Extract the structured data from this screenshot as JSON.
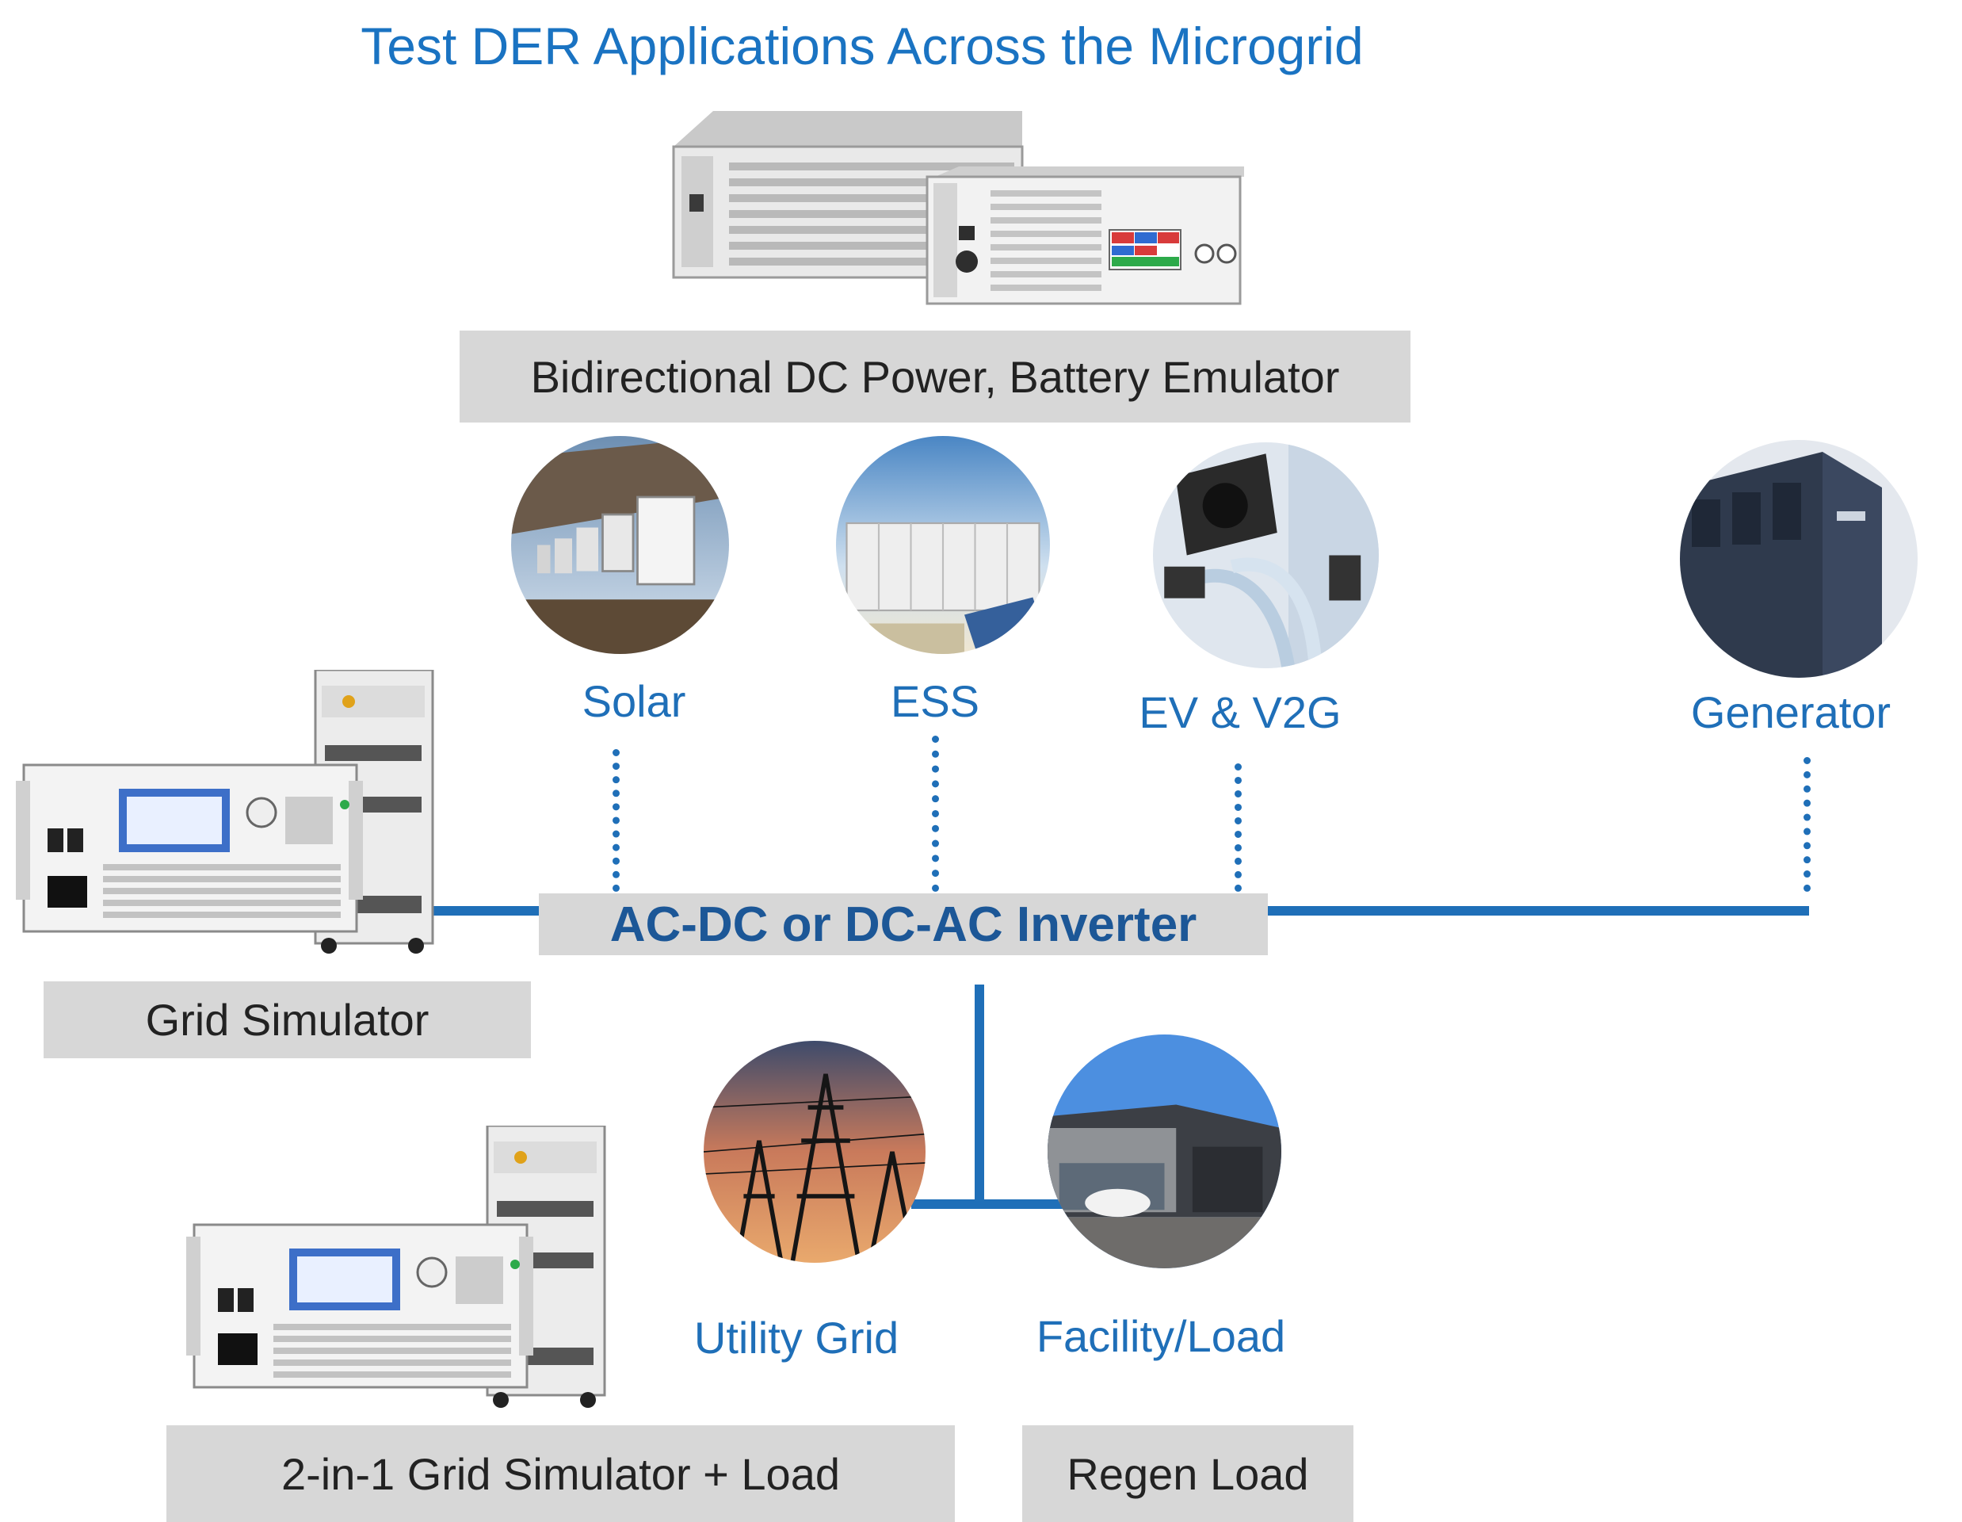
{
  "title": "Test DER Applications Across the Microgrid",
  "labels": {
    "bidirectional": "Bidirectional DC Power, Battery Emulator",
    "solar": "Solar",
    "ess": "ESS",
    "ev": "EV & V2G",
    "generator": "Generator",
    "inverter": "AC-DC or DC-AC Inverter",
    "grid_simulator": "Grid Simulator",
    "utility_grid": "Utility Grid",
    "facility_load": "Facility/Load",
    "two_in_one": "2-in-1 Grid Simulator + Load",
    "regen_load": "Regen Load"
  },
  "colors": {
    "accent_blue": "#1f6fb8",
    "title_blue": "#1a73c2",
    "label_gray": "#d7d7d7",
    "inverter_text": "#1c5797"
  },
  "icons": [
    "dc-power-supply-image",
    "solar-inverter-image",
    "ess-image",
    "ev-charger-image",
    "generator-image",
    "grid-simulator-image",
    "utility-grid-image",
    "facility-image",
    "two-in-one-simulator-image"
  ]
}
